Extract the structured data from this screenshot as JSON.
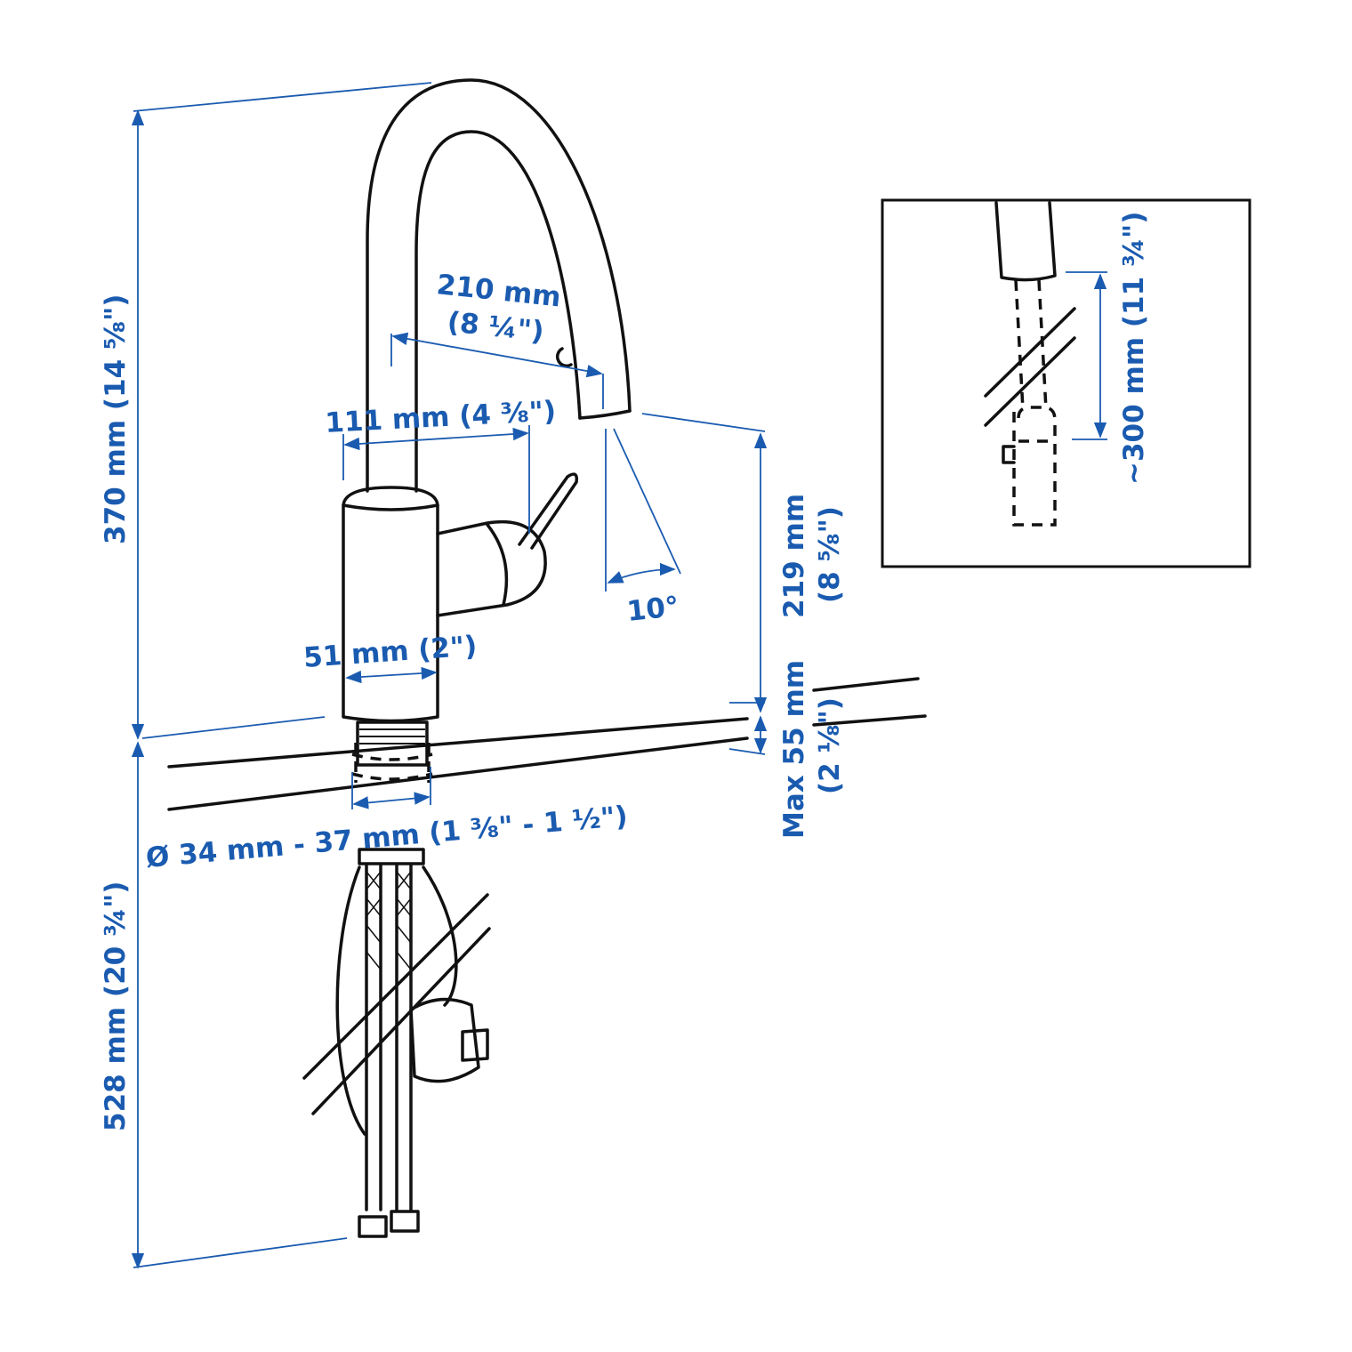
{
  "colors": {
    "dimension": "#1a5bb0",
    "line": "#111111"
  },
  "dimensions": {
    "total_height": "370 mm (14 ⅝\")",
    "below_deck": "528 mm (20 ¾\")",
    "reach_mm": "210 mm",
    "reach_in": "(8 ¼\")",
    "handle_offset": "111 mm (4 ⅜\")",
    "spout_height_mm": "219 mm",
    "spout_height_in": "(8 ⅝\")",
    "swivel_angle": "10°",
    "base_diameter": "51 mm (2\")",
    "deck_thickness_mm": "Max 55 mm",
    "deck_thickness_in": "(2 ⅛\")",
    "hole_diameter": "Ø 34 mm - 37 mm (1 ⅜\" - 1 ½\")",
    "pullout_length": "~300 mm (11 ¾\")"
  }
}
